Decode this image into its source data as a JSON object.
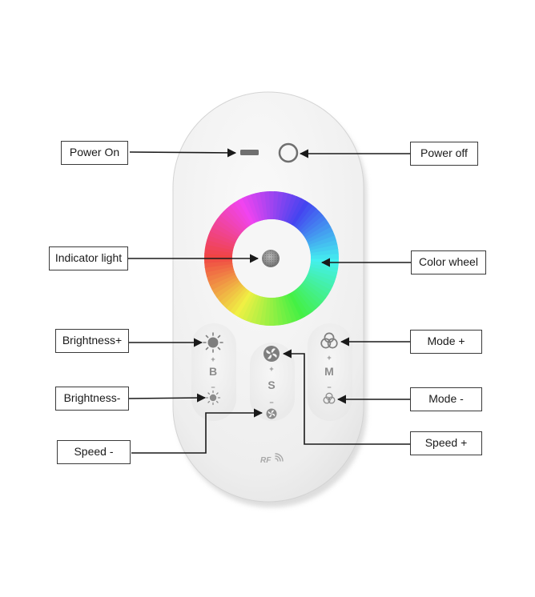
{
  "callouts": {
    "power_on": "Power On",
    "power_off": "Power off",
    "indicator_light": "Indicator light",
    "color_wheel": "Color wheel",
    "brightness_plus": "Brightness+",
    "brightness_minus": "Brightness-",
    "speed_minus": "Speed -",
    "mode_plus": "Mode +",
    "mode_minus": "Mode -",
    "speed_plus": "Speed +"
  },
  "remote": {
    "brightness_letter": "B",
    "speed_letter": "S",
    "mode_letter": "M",
    "plus_mark": "+",
    "minus_mark": "−",
    "rf_text": "RF"
  },
  "colors": {
    "remote_body": "#ececec",
    "arrow": "#1a1a1a",
    "icon_gray": "#8c8c8c"
  },
  "icons": [
    "power-on-dash-icon",
    "power-off-ring-icon",
    "indicator-light-icon",
    "color-wheel",
    "brightness-up-icon",
    "brightness-down-icon",
    "speed-up-icon",
    "speed-down-icon",
    "mode-up-icon",
    "mode-down-icon",
    "rf-wireless-icon"
  ]
}
